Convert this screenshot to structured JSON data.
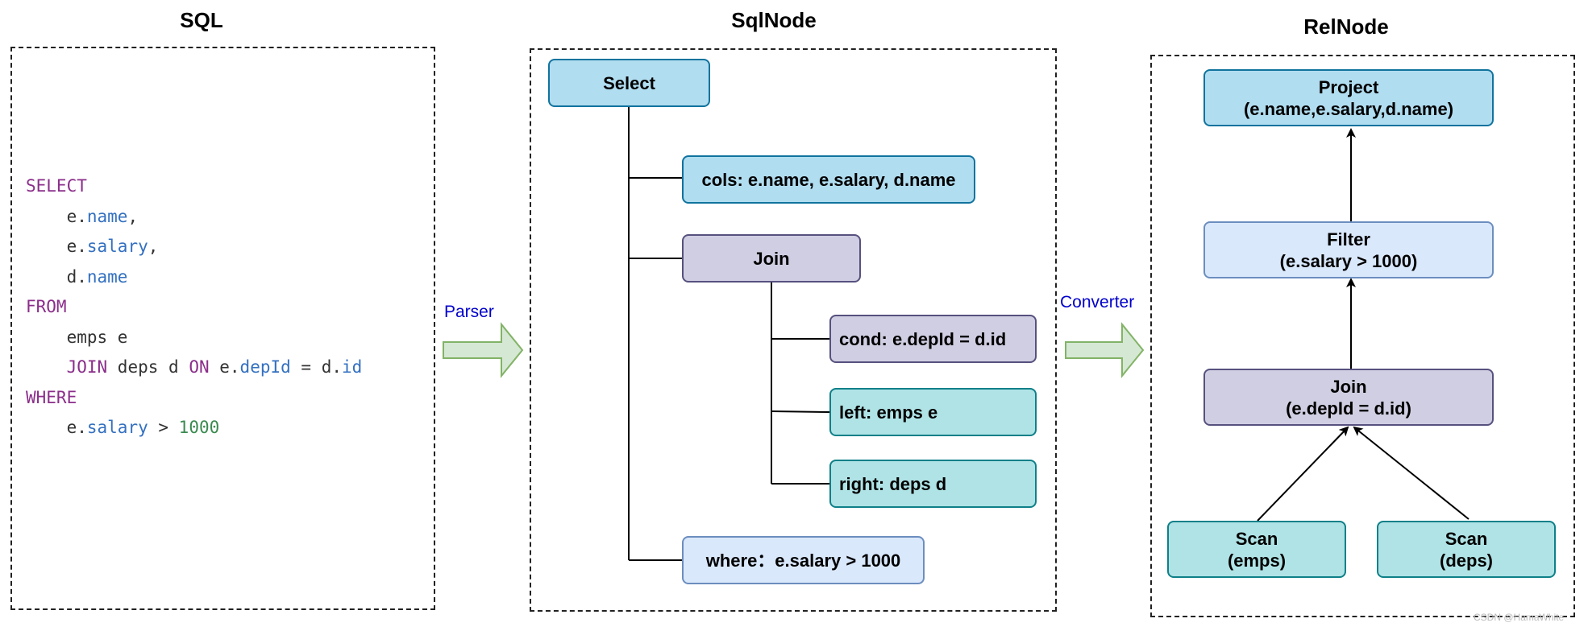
{
  "titles": {
    "sql": "SQL",
    "sqlnode": "SqlNode",
    "relnode": "RelNode"
  },
  "sql_code": {
    "l1_kw": "SELECT",
    "l2_a": "e.",
    "l2_b": "name",
    "l2_c": ",",
    "l3_a": "e.",
    "l3_b": "salary",
    "l3_c": ",",
    "l4_a": "d.",
    "l4_b": "name",
    "l5_kw": "FROM",
    "l6": "emps e",
    "l7_kw1": "JOIN",
    "l7_a": " deps d ",
    "l7_kw2": "ON",
    "l7_b": " e.",
    "l7_c": "depId",
    "l7_d": " = d.",
    "l7_e": "id",
    "l8_kw": "WHERE",
    "l9_a": "e.",
    "l9_b": "salary",
    "l9_c": " > ",
    "l9_d": "1000"
  },
  "edges": {
    "parser": "Parser",
    "converter": "Converter"
  },
  "sqlnode": {
    "select": "Select",
    "cols": "cols: e.name, e.salary, d.name",
    "join": "Join",
    "cond": "cond:  e.depId = d.id",
    "left": "left:  emps e",
    "right": "right:  deps d",
    "where": "where：e.salary >  1000"
  },
  "relnode": {
    "project_1": "Project",
    "project_2": "(e.name,e.salary,d.name)",
    "filter_1": "Filter",
    "filter_2": "(e.salary > 1000)",
    "join_1": "Join",
    "join_2": "(e.depId = d.id)",
    "scan_emps_1": "Scan",
    "scan_emps_2": "(emps)",
    "scan_deps_1": "Scan",
    "scan_deps_2": "(deps)"
  },
  "watermark": "CSDN @HamaWhite",
  "colors": {
    "blue_fill": "#b1ddf0",
    "purple_fill": "#d0cee2",
    "teal_fill": "#b0e3e6",
    "light_fill": "#dae8fc",
    "arrow_fill": "#d5e8d4",
    "arrow_stroke": "#82b366",
    "sql_keyword": "#8b2e8b",
    "sql_property": "#3370c0",
    "sql_number": "#3a8a50",
    "edge_label": "#0000cc"
  }
}
